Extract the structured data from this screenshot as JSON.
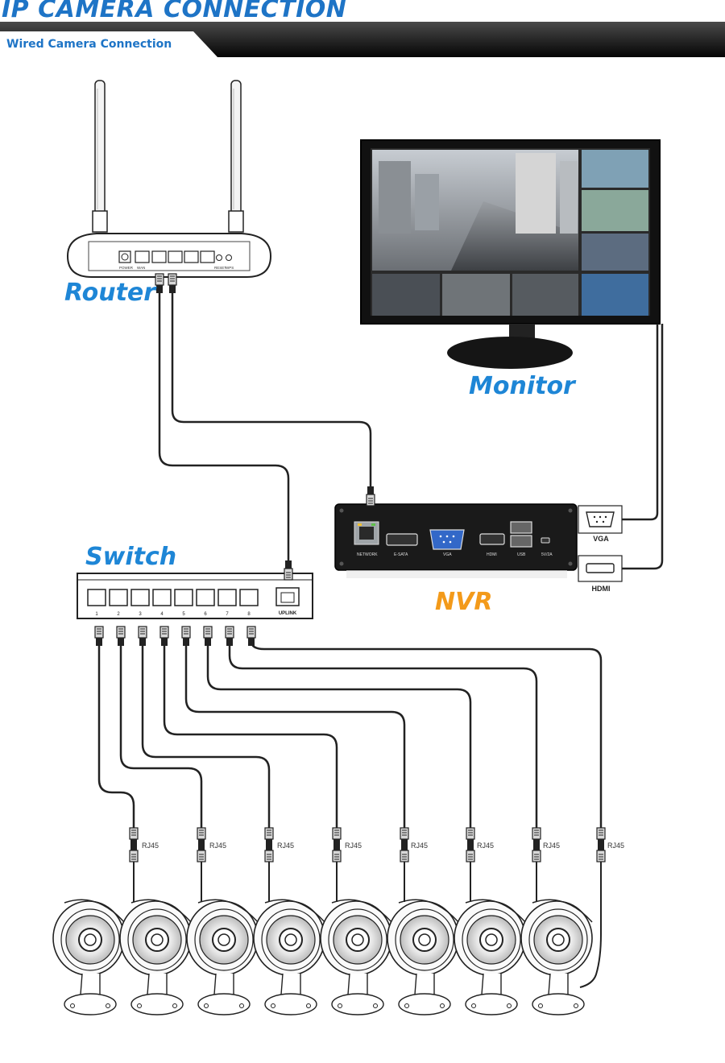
{
  "header": {
    "title": "IP CAMERA CONNECTION",
    "subtitle": "Wired Camera Connection"
  },
  "devices": {
    "router": "Router",
    "monitor": "Monitor",
    "switch": "Switch",
    "nvr": "NVR"
  },
  "router_ports": [
    "POWER",
    "WAN",
    "RESET",
    "WPS"
  ],
  "nvr_ports": [
    "NETWORK",
    "E-SATA",
    "VGA",
    "HDMI",
    "USB",
    "5V/2A"
  ],
  "switch_ports": [
    "1",
    "2",
    "3",
    "4",
    "5",
    "6",
    "7",
    "8"
  ],
  "switch_uplink": "UPLINK",
  "monitor_inputs": {
    "vga": "VGA",
    "hdmi": "HDMI"
  },
  "connector_label": "RJ45",
  "camera_count": 8,
  "colors": {
    "title_blue": "#1e74c6",
    "label_blue": "#1e86d6",
    "nvr_orange": "#f39a1a",
    "cable": "#222222"
  }
}
